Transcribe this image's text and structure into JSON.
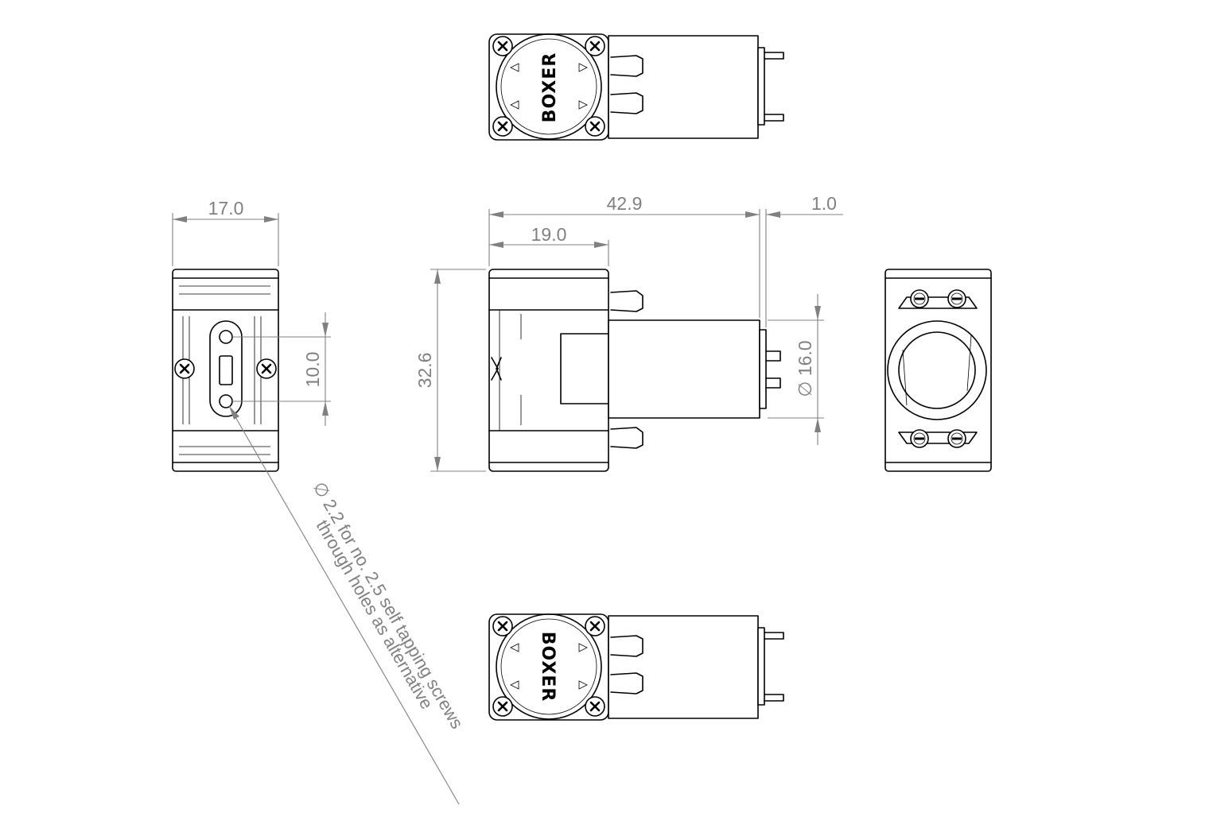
{
  "brand_logo": "BOXER",
  "dimensions": {
    "width_side": "17.0",
    "length_total": "42.9",
    "head_length": "19.0",
    "connector_offset": "1.0",
    "height": "32.6",
    "hole_spacing": "10.0",
    "motor_diameter": "∅ 16.0"
  },
  "mounting_note": {
    "line1": "∅ 2.2 for no. 2.5 self tapping screws",
    "line2": "through holes as alternative"
  },
  "colors": {
    "line": "#000000",
    "dimension": "#808080",
    "background": "#ffffff"
  }
}
